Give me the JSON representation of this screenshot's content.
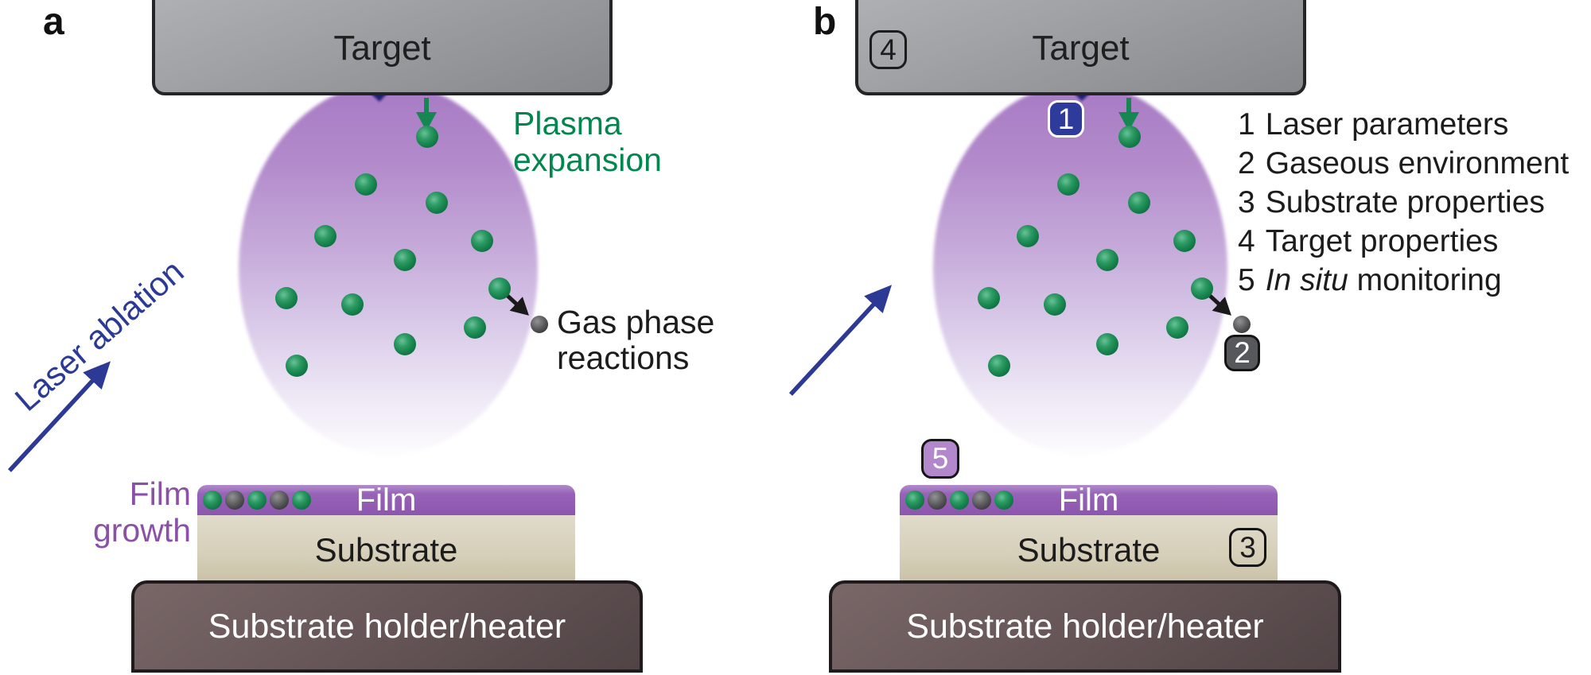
{
  "figure": {
    "panel_a": {
      "label": "a",
      "target_label": "Target",
      "laser_label": "Laser ablation",
      "plasma_label_line1": "Plasma",
      "plasma_label_line2": "expansion",
      "gas_label_line1": "Gas phase",
      "gas_label_line2": "reactions",
      "film_growth_line1": "Film",
      "film_growth_line2": "growth",
      "film_label": "Film",
      "substrate_label": "Substrate",
      "holder_label": "Substrate holder/heater"
    },
    "panel_b": {
      "label": "b",
      "target_label": "Target",
      "film_label": "Film",
      "substrate_label": "Substrate",
      "holder_label": "Substrate holder/heater",
      "badges": {
        "laser": "1",
        "gas": "2",
        "substrate": "3",
        "target": "4",
        "monitoring": "5"
      },
      "legend": [
        {
          "num": "1",
          "italic": "",
          "rest": "Laser parameters"
        },
        {
          "num": "2",
          "italic": "",
          "rest": "Gaseous environment"
        },
        {
          "num": "3",
          "italic": "",
          "rest": "Substrate properties"
        },
        {
          "num": "4",
          "italic": "",
          "rest": "Target properties"
        },
        {
          "num": "5",
          "italic": "In situ",
          "rest": " monitoring"
        }
      ]
    }
  },
  "colors": {
    "ink": "#1c1c1c",
    "laser-blue": "#343c9b",
    "laser-text": "#2b3a96",
    "plasma-text": "#00874e",
    "green-arrow": "#168752",
    "film-purple": "#8c56ae",
    "film-purple-light": "#b18bcb",
    "film-label": "#8b51a7",
    "substrate-tan": "#d6cfba",
    "substrate-tan-light": "#e0dbcb",
    "substrate-tan-dark": "#c9c1a5",
    "holder-light": "#796768",
    "holder-dark": "#504445",
    "target-light": "#b0b2b5",
    "target-dark": "#86888b",
    "box-border": "#232527",
    "badge2": "#57585b",
    "badge5": "#b287cb"
  }
}
